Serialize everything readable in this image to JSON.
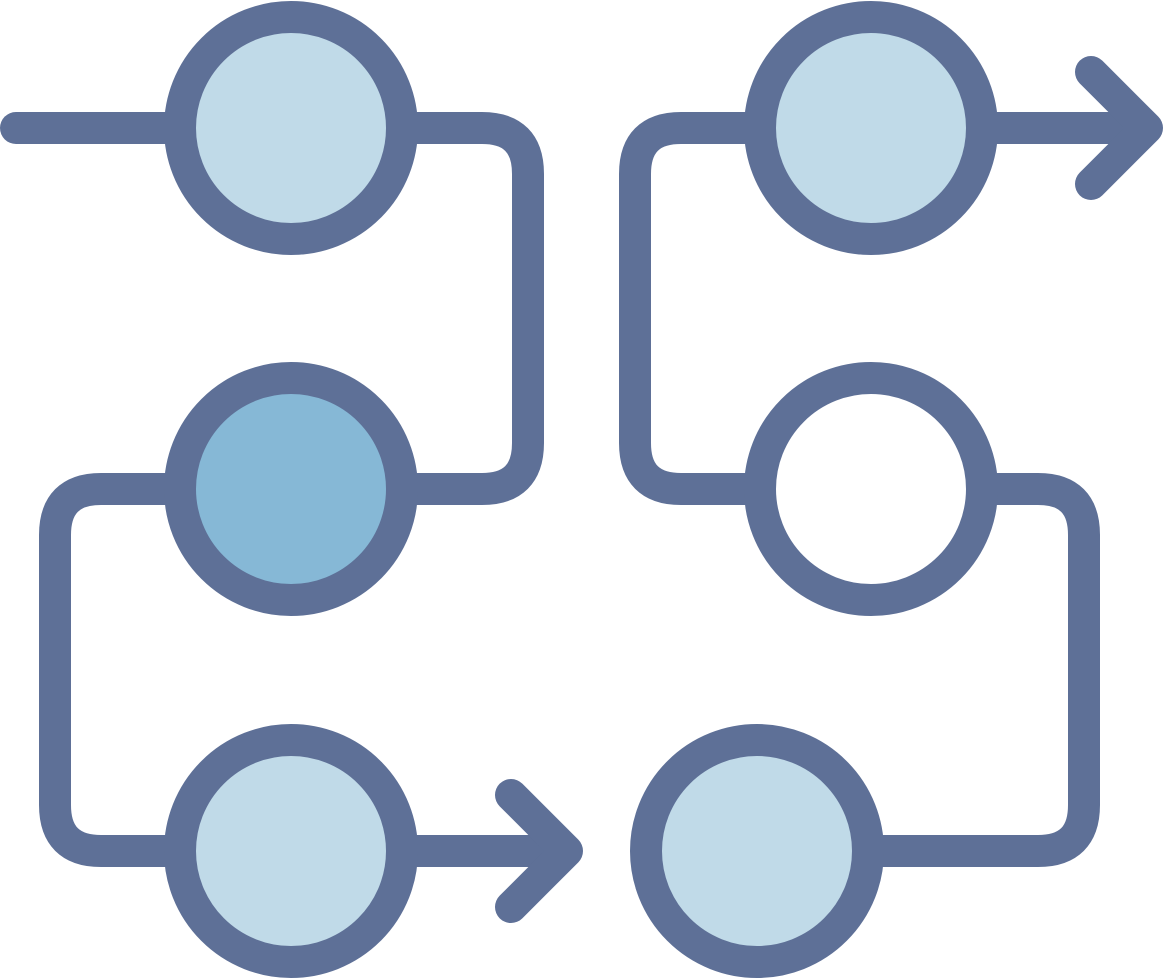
{
  "icon": {
    "name": "workflow-process-icon",
    "colors": {
      "stroke": "#5e7097",
      "fill_light": "#c0dae8",
      "fill_medium": "#86b8d6",
      "fill_empty": "#ffffff",
      "background": "#ffffff"
    },
    "nodes": [
      {
        "id": "top-left",
        "fill": "fill_light"
      },
      {
        "id": "middle-left",
        "fill": "fill_medium"
      },
      {
        "id": "bottom-left",
        "fill": "fill_light"
      },
      {
        "id": "top-right",
        "fill": "fill_light"
      },
      {
        "id": "middle-right",
        "fill": "fill_empty"
      },
      {
        "id": "bottom-right",
        "fill": "fill_light"
      }
    ]
  }
}
